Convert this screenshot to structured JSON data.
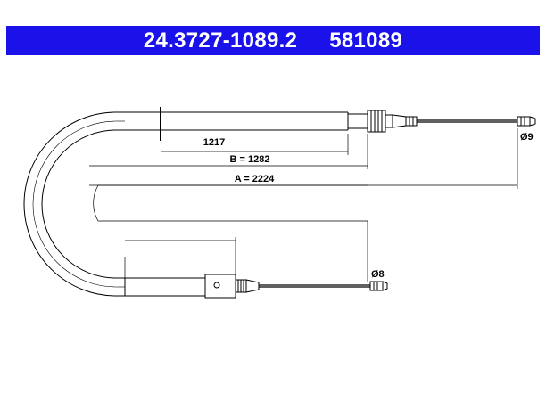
{
  "header": {
    "part_number": "24.3727-1089.2",
    "ref_number": "581089",
    "background_color": "#1a12e8"
  },
  "dimensions": {
    "length_1": "1217",
    "length_b": "B = 1282",
    "length_a": "A = 2224",
    "diameter_right": "Ø9",
    "diameter_bottom": "Ø8"
  }
}
